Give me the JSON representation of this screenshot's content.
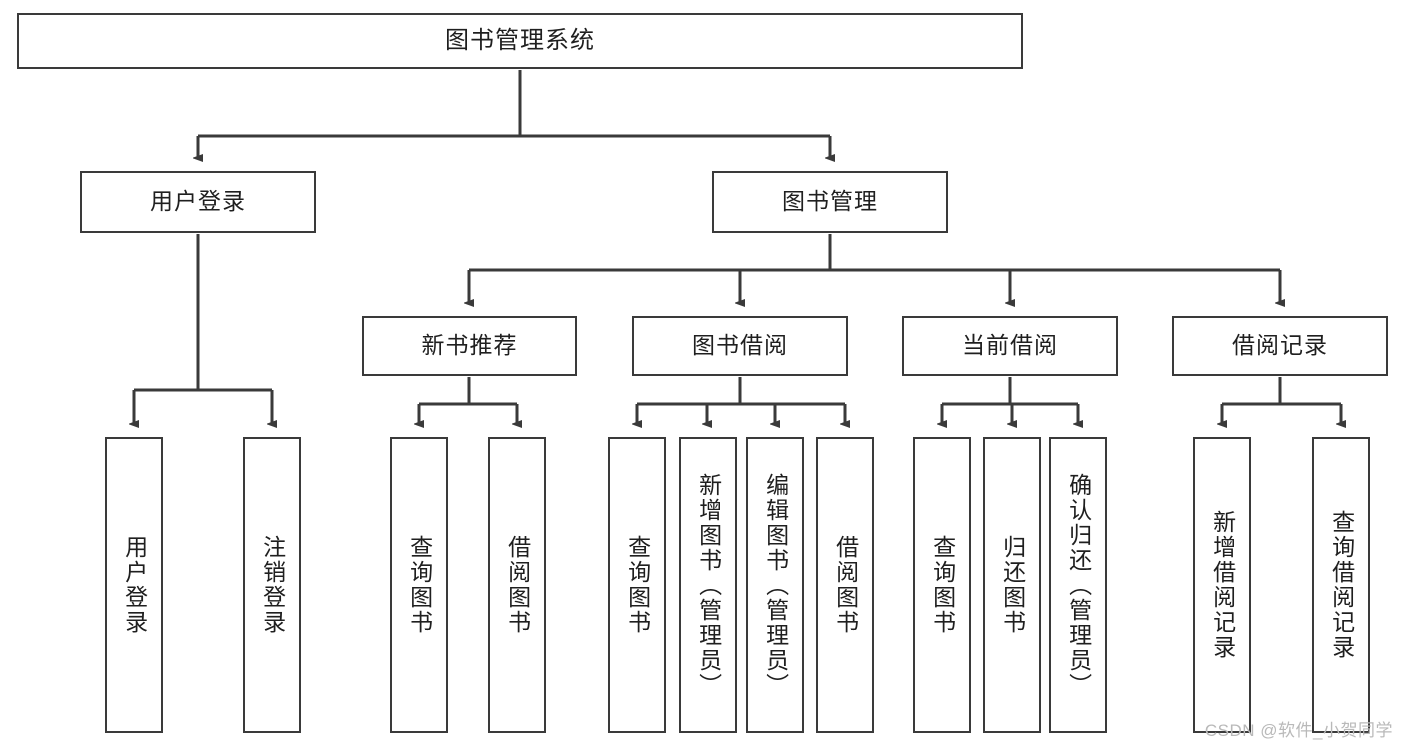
{
  "diagram": {
    "title": "图书管理系统",
    "type": "tree-hierarchy",
    "orientation": "top-down",
    "colors": {
      "box_border": "#3a3a3a",
      "box_fill": "#ffffff",
      "edge": "#3a3a3a",
      "text": "#1f1f1f",
      "watermark": "#b9b9b9",
      "background": "#ffffff"
    }
  },
  "root": {
    "label": "图书管理系统"
  },
  "level2": [
    {
      "label": "用户登录"
    },
    {
      "label": "图书管理"
    }
  ],
  "level3": [
    {
      "label": "新书推荐"
    },
    {
      "label": "图书借阅"
    },
    {
      "label": "当前借阅"
    },
    {
      "label": "借阅记录"
    }
  ],
  "leaves": {
    "user_login": [
      {
        "label": "用户登录"
      },
      {
        "label": "注销登录"
      }
    ],
    "new_book_recommend": [
      {
        "label": "查询图书"
      },
      {
        "label": "借阅图书"
      }
    ],
    "book_borrow": [
      {
        "label": "查询图书"
      },
      {
        "label": "新增图书（管理员）"
      },
      {
        "label": "编辑图书（管理员）"
      },
      {
        "label": "借阅图书"
      }
    ],
    "current_borrow": [
      {
        "label": "查询图书"
      },
      {
        "label": "归还图书"
      },
      {
        "label": "确认归还（管理员）"
      }
    ],
    "borrow_records": [
      {
        "label": "新增借阅记录"
      },
      {
        "label": "查询借阅记录"
      }
    ]
  },
  "watermark": {
    "text": "CSDN @软件_小贺同学"
  }
}
